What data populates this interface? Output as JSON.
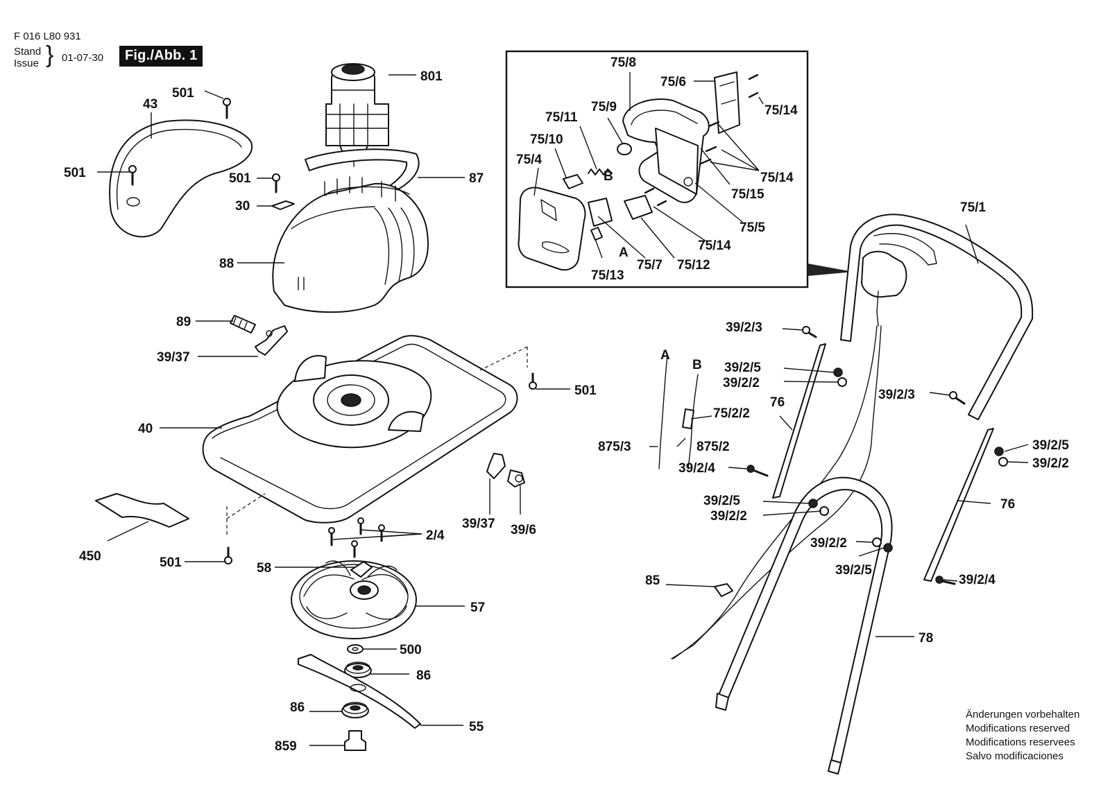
{
  "header": {
    "doc_number": "F 016 L80 931",
    "stand": "Stand",
    "issue": "Issue",
    "date": "01-07-30",
    "figure": "Fig./Abb. 1"
  },
  "notes": [
    "Änderungen vorbehalten",
    "Modifications reserved",
    "Modifications reservees",
    "Salvo modificaciones"
  ],
  "parts": {
    "p43": "43",
    "p501a": "501",
    "p501b": "501",
    "p501c": "501",
    "p501d": "501",
    "p501e": "501",
    "p801": "801",
    "p87": "87",
    "p30": "30",
    "p88": "88",
    "p89": "89",
    "p3937a": "39/37",
    "p40": "40",
    "p450": "450",
    "p24": "2/4",
    "p3937b": "39/37",
    "p396": "39/6",
    "p58": "58",
    "p57": "57",
    "p500": "500",
    "p86a": "86",
    "p86b": "86",
    "p55": "55",
    "p859": "859",
    "p758": "75/8",
    "p756": "75/6",
    "p7514a": "75/14",
    "p759": "75/9",
    "p7511": "75/11",
    "p7510": "75/10",
    "p754": "75/4",
    "pB1": "B",
    "p7514b": "75/14",
    "p7515": "75/15",
    "p755": "75/5",
    "p7514c": "75/14",
    "pA1": "A",
    "p757": "75/7",
    "p7512": "75/12",
    "p7513": "75/13",
    "p751": "75/1",
    "p3923a": "39/2/3",
    "p3925a": "39/2/5",
    "p3922a": "39/2/2",
    "p76a": "76",
    "pA2": "A",
    "pB2": "B",
    "p7522": "75/2/2",
    "p8753": "875/3",
    "p8752": "875/2",
    "p3924a": "39/2/4",
    "p3925b": "39/2/5",
    "p3922b": "39/2/2",
    "p3923b": "39/2/3",
    "p3925c": "39/2/5",
    "p3922c": "39/2/2",
    "p76b": "76",
    "p3922d": "39/2/2",
    "p3925d": "39/2/5",
    "p85": "85",
    "p3924b": "39/2/4",
    "p78": "78"
  }
}
